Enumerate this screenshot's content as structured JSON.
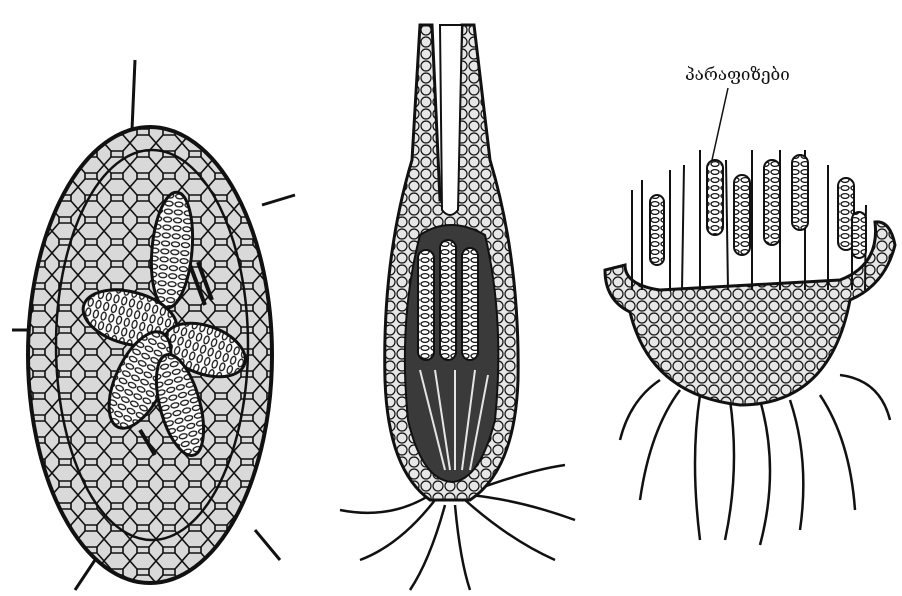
{
  "figure": {
    "panels": [
      {
        "id": "cleistothecium",
        "label": ""
      },
      {
        "id": "perithecium",
        "label": ""
      },
      {
        "id": "apothecium",
        "label": "პარაფიზები"
      }
    ],
    "colors": {
      "ink": "#111111",
      "cell_fill": "#d9d9d9",
      "background": "#ffffff"
    }
  }
}
